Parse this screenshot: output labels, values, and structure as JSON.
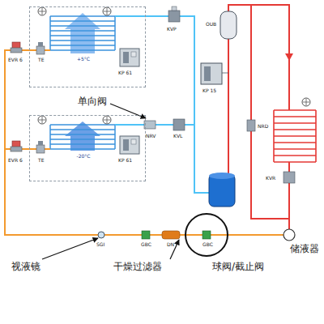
{
  "diagram": {
    "nodes": [
      {
        "text": [
          "+5°C"
        ]
      },
      {
        "text": [
          "-20°C"
        ]
      }
    ],
    "labels": [
      "KVP",
      "OUB",
      "EVR 6",
      "TE",
      "KP 61",
      "KP 15",
      "单向阀",
      "NRV",
      "KVL",
      "NRD",
      "EVR 6",
      "TE",
      "KP 61",
      "KVR",
      "SGI",
      "GBC",
      "DN",
      "GBC",
      "储液器",
      "视液镜",
      "干燥过滤器",
      "球阀/截止阀"
    ]
  }
}
